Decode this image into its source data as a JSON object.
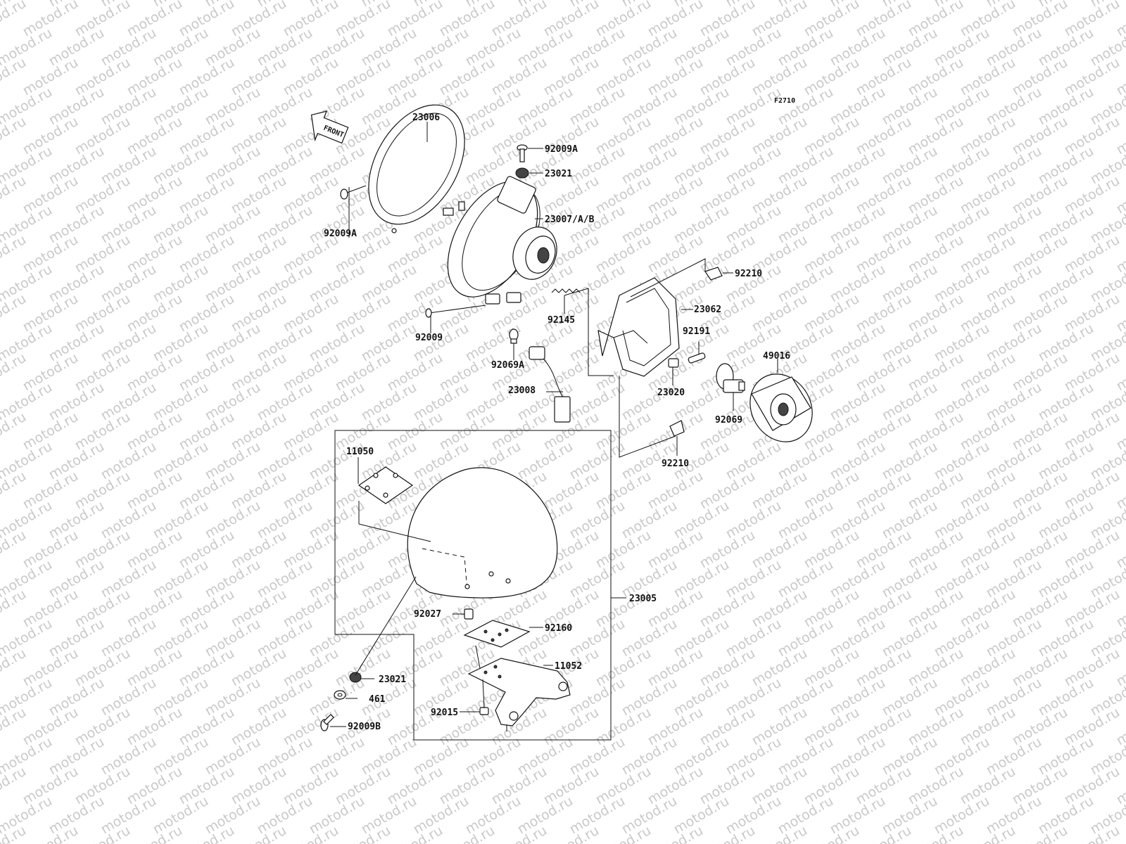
{
  "figure_code": "F2710",
  "front_arrow_label": "FRONT",
  "watermark_text": "motod.ru",
  "parts": {
    "p23006": "23006",
    "p92009A_top": "92009A",
    "p23021_top": "23021",
    "p23007": "23007/A/B",
    "p92009A_left": "92009A",
    "p92210_top": "92210",
    "p23062": "23062",
    "p92145": "92145",
    "p92009": "92009",
    "p92191": "92191",
    "p49016": "49016",
    "p92069A": "92069A",
    "p23020": "23020",
    "p23008": "23008",
    "p92069": "92069",
    "p92210_bottom": "92210",
    "p11050": "11050",
    "p23005": "23005",
    "p92027": "92027",
    "p92160": "92160",
    "p11052": "11052",
    "p23021_bottom": "23021",
    "p461": "461",
    "p92015": "92015",
    "p92009B": "92009B"
  }
}
